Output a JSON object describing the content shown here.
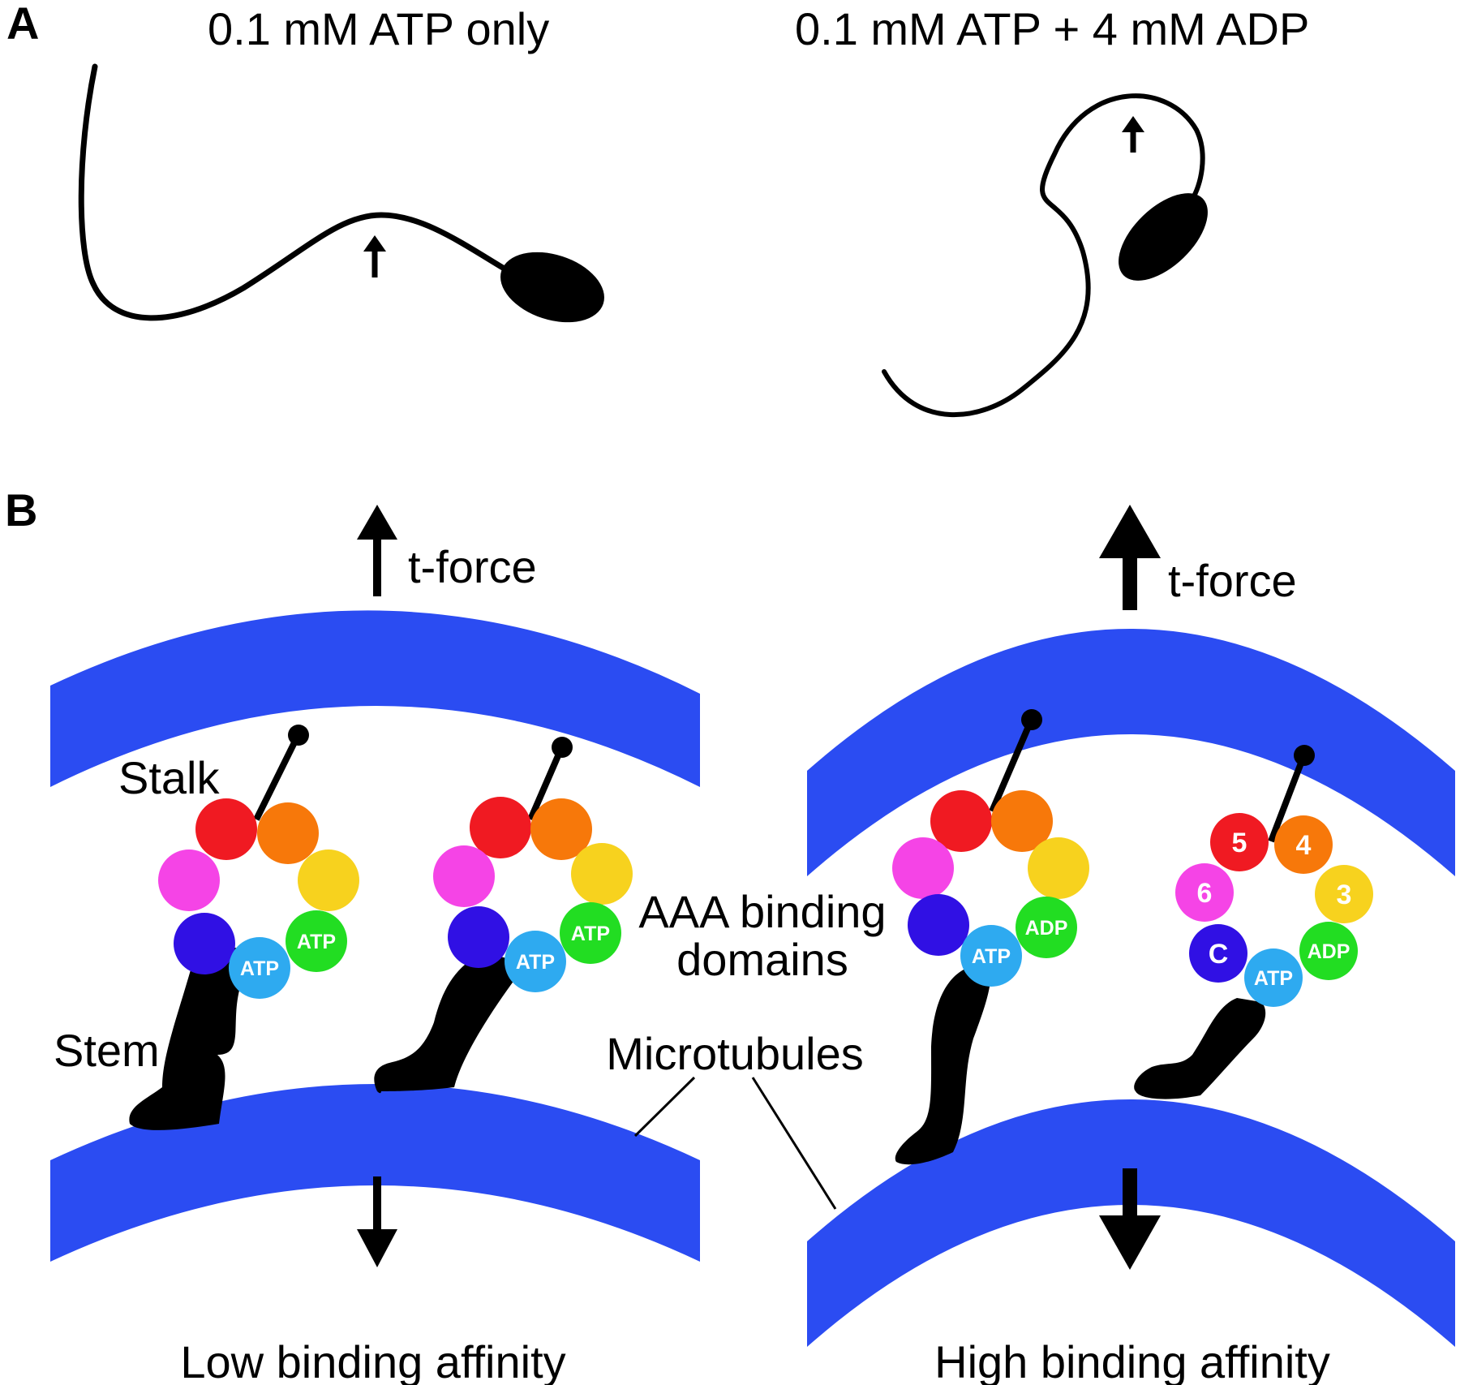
{
  "panel_a": {
    "letter": "A",
    "left_title": "0.1 mM ATP only",
    "right_title": "0.1 mM ATP + 4 mM ADP"
  },
  "panel_b": {
    "letter": "B",
    "force_label": "t-force",
    "stalk_label": "Stalk",
    "stem_label": "Stem",
    "aaa_label_line1": "AAA binding",
    "aaa_label_line2": "domains",
    "microtubules_label": "Microtubules",
    "left_caption": "Low binding affinity",
    "right_caption": "High binding affinity",
    "nucleotides": {
      "atp": "ATP",
      "adp": "ADP"
    },
    "domain_numbers": {
      "d3": "3",
      "d4": "4",
      "d5": "5",
      "d6": "6",
      "c": "C"
    }
  },
  "colors": {
    "microtubule": "#2b4cf2",
    "d1": "#2eaaf0",
    "d2": "#22dd22",
    "d3": "#f7d21e",
    "d4": "#f7780a",
    "d5": "#f01a22",
    "d6": "#f544e6",
    "c_domain": "#3010e4"
  }
}
